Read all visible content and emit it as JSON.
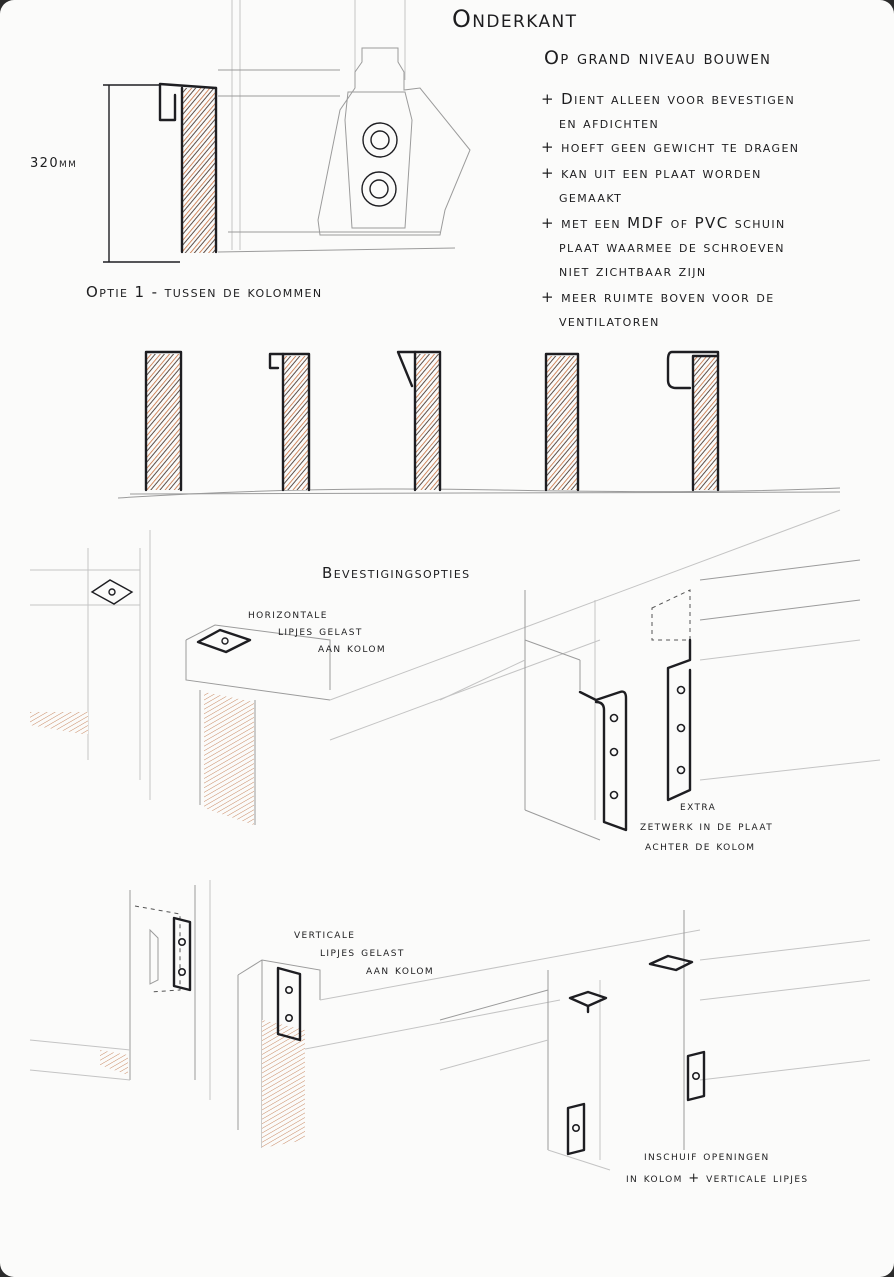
{
  "title": "Onderkant",
  "subtitle": "Op grand niveau bouwen",
  "bullets": [
    "+ Dient alleen voor bevestigen",
    "en afdichten",
    "+ hoeft geen gewicht te dragen",
    "+ kan uit een plaat worden",
    "gemaakt",
    "+ met een MDF of PVC schuin",
    "plaat waarmee de schroeven",
    "niet zichtbaar zijn",
    "+ meer ruimte boven voor de",
    "ventilatoren"
  ],
  "dimension_label": "320mm",
  "option_label": "Optie 1  -  tussen de kolommen",
  "section_label": "Bevestigingsopties",
  "annotations": {
    "horizontal_1": "horizontale",
    "horizontal_2": "lipjes gelast",
    "horizontal_3": "aan kolom",
    "extra_1": "extra",
    "extra_2": "zetwerk in de plaat",
    "extra_3": "achter de kolom",
    "vertical_1": "verticale",
    "vertical_2": "lipjes gelast",
    "vertical_3": "aan kolom",
    "slot_1": "inschuif openingen",
    "slot_2": "in kolom + verticale lipjes"
  },
  "colors": {
    "paper": "#fbfbfa",
    "ink": "#1e1e22",
    "hatch": "#c8703f",
    "pencil": "#9b9b9b"
  }
}
